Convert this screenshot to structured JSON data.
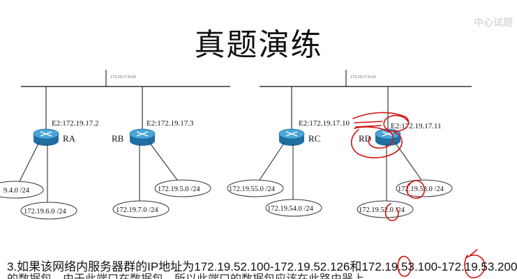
{
  "slide": {
    "title": "真题演练",
    "watermark": "中心试题",
    "question": "3.如果该网络内服务器群的IP地址为172.19.52.100-172.19.52.126和172.19.53.100-172.19.53.200，",
    "question_cutoff": "的数据包，由于此端口在数据包，所以此端口的数据包应该在此路由器上，"
  },
  "diagram": {
    "top_networks": [
      "172.19.17.0/24",
      "172.19.17.0/24"
    ],
    "routers": [
      {
        "id": "ra",
        "label": "RA",
        "iface": "E2:172.19.17.2"
      },
      {
        "id": "rb",
        "label": "RB",
        "iface": "E2:172.19.17.3"
      },
      {
        "id": "rc",
        "label": "RC",
        "iface": "E2:172.19.17.10"
      },
      {
        "id": "rd",
        "label": "RD",
        "iface": "E2:172.19.17.11"
      }
    ],
    "subnets": [
      {
        "id": "ra-1",
        "label": "9.4.0 /24"
      },
      {
        "id": "ra-2",
        "label": "172.19.6.0 /24"
      },
      {
        "id": "rb-1",
        "label": "172.19.7.0 /24"
      },
      {
        "id": "rb-2",
        "label": "172.19.5.0 /24"
      },
      {
        "id": "rc-1",
        "label": "172.19.55.0 /24"
      },
      {
        "id": "rc-2",
        "label": "172.19.54.0 /24"
      },
      {
        "id": "rd-1",
        "label": "172.19.53.0 /24"
      },
      {
        "id": "rd-2",
        "label": "172.19.52.0 /24"
      }
    ],
    "colors": {
      "router_top": "#4aa6d6",
      "router_side": "#1f6fa3",
      "line": "#333333",
      "ink": "#d01010"
    }
  }
}
